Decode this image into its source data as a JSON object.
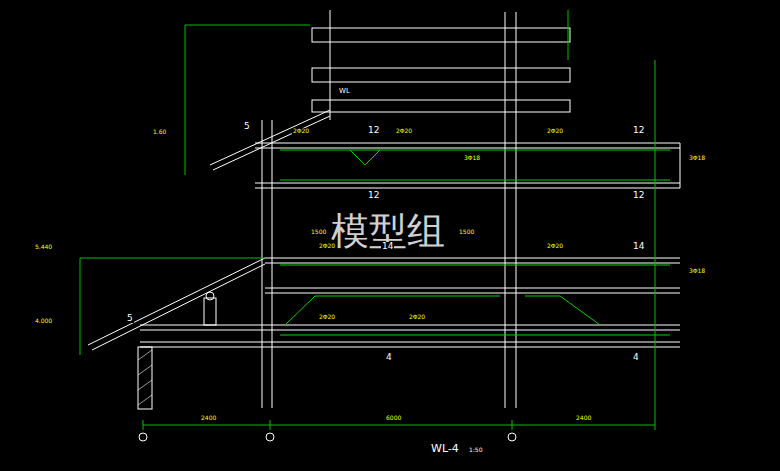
{
  "diagram": {
    "caption": "WL-4",
    "labels": [
      "模型组",
      "1:50",
      "12",
      "12",
      "12",
      "12",
      "14",
      "14",
      "4",
      "4",
      "5",
      "5",
      "2400",
      "6000",
      "2400",
      "1500",
      "1500",
      "5.440",
      "4.000",
      "1.60",
      "2Φ20",
      "2Φ20",
      "2Φ20",
      "2Φ20",
      "2Φ20",
      "2Φ20",
      "2Φ20",
      "3Φ18",
      "3Φ18",
      "3Φ18",
      "WL"
    ]
  }
}
